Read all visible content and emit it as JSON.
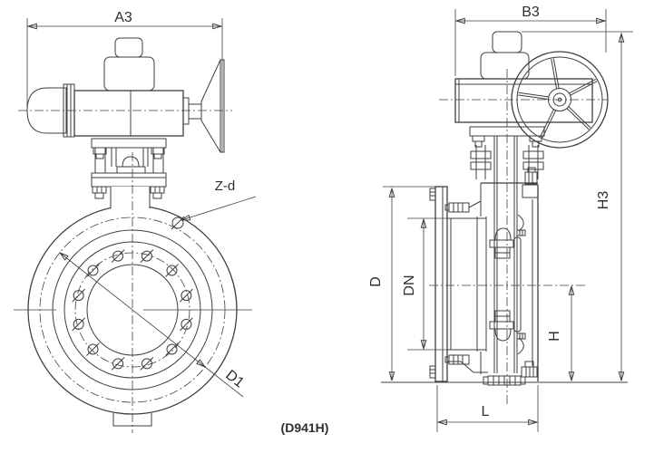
{
  "figure": {
    "caption": "(D941H)"
  },
  "front_view": {
    "label_width": "A3",
    "label_bolt_holes": "Z-d",
    "label_bolt_circle": "D1"
  },
  "side_view": {
    "label_width": "B3",
    "label_total_height": "H3",
    "label_flange_diameter": "D",
    "label_nominal_bore": "DN",
    "label_center_height": "H",
    "label_face_to_face": "L"
  },
  "colors": {
    "line": "#3f3f3f",
    "text": "#2e2e2e",
    "background": "#ffffff"
  }
}
